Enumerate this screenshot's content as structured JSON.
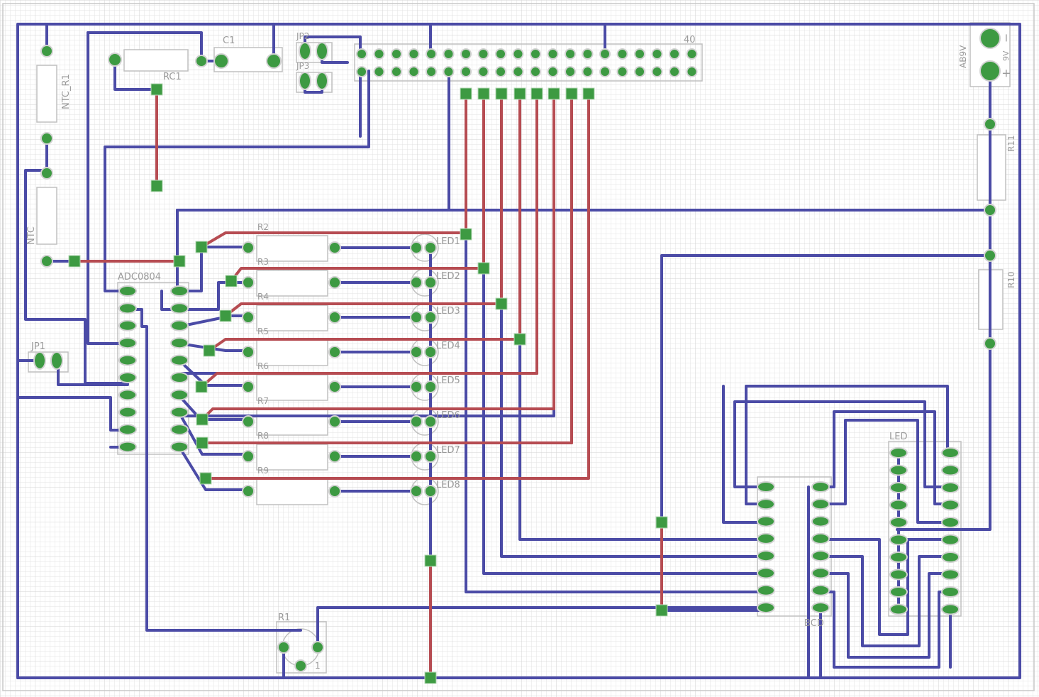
{
  "colors": {
    "background": "#ffffff",
    "grid_minor": "#e1e1e1",
    "grid_major": "#cfcfcf",
    "trace_bottom": "#4b4ba6",
    "trace_top": "#b64c52",
    "pad": "#3d9a42",
    "silkscreen": "#9a9a9a"
  },
  "labels": {
    "ntc_r1": "NTC_R1",
    "ntc": "NTC",
    "rc1": "RC1",
    "c1": "C1",
    "jp2": "JP2",
    "jp3": "JP3",
    "header_pin_40": "40",
    "ab9v": "AB9V",
    "v9": "9V",
    "minus": "−",
    "plus": "+",
    "r11": "R11",
    "r10": "R10",
    "r2": "R2",
    "r3": "R3",
    "r4": "R4",
    "r5": "R5",
    "r6": "R6",
    "r7": "R7",
    "r8": "R8",
    "r9": "R9",
    "led1": "LED1",
    "led2": "LED2",
    "led3": "LED3",
    "led4": "LED4",
    "led5": "LED5",
    "led6": "LED6",
    "led7": "LED7",
    "led8": "LED8",
    "adc0804": "ADC0804",
    "jp1": "JP1",
    "led_display": "LED",
    "bcd": "BCD",
    "r1": "R1",
    "pot_pin1": "1"
  }
}
